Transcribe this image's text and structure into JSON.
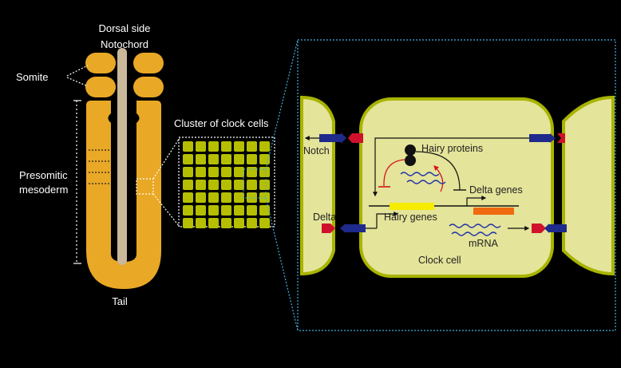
{
  "labels": {
    "dorsal_side": "Dorsal side",
    "notochord": "Notochord",
    "somite": "Somite",
    "presomitic_1": "Presomitic",
    "presomitic_2": "mesoderm",
    "tail": "Tail",
    "cluster": "Cluster of clock cells",
    "notch": "Notch",
    "delta": "Delta",
    "hairy_proteins": "Hairy proteins",
    "hairy_genes": "Hairy genes",
    "delta_genes": "Delta genes",
    "mrna": "mRNA",
    "clock_cell": "Clock cell"
  },
  "colors": {
    "background": "#000000",
    "embryo": "#e9a825",
    "notochord": "#c9b89a",
    "cell_fill": "#e4e49a",
    "cell_border": "#a8b400",
    "cluster_square": "#b5bf00",
    "notch_receptor": "#1e2a8c",
    "delta_ligand": "#d0112b",
    "hairy_gene": "#f5ec00",
    "delta_gene": "#f06a0f",
    "mrna": "#2233aa",
    "repression": "#d8141e",
    "zoom_border": "#43b0e0"
  }
}
